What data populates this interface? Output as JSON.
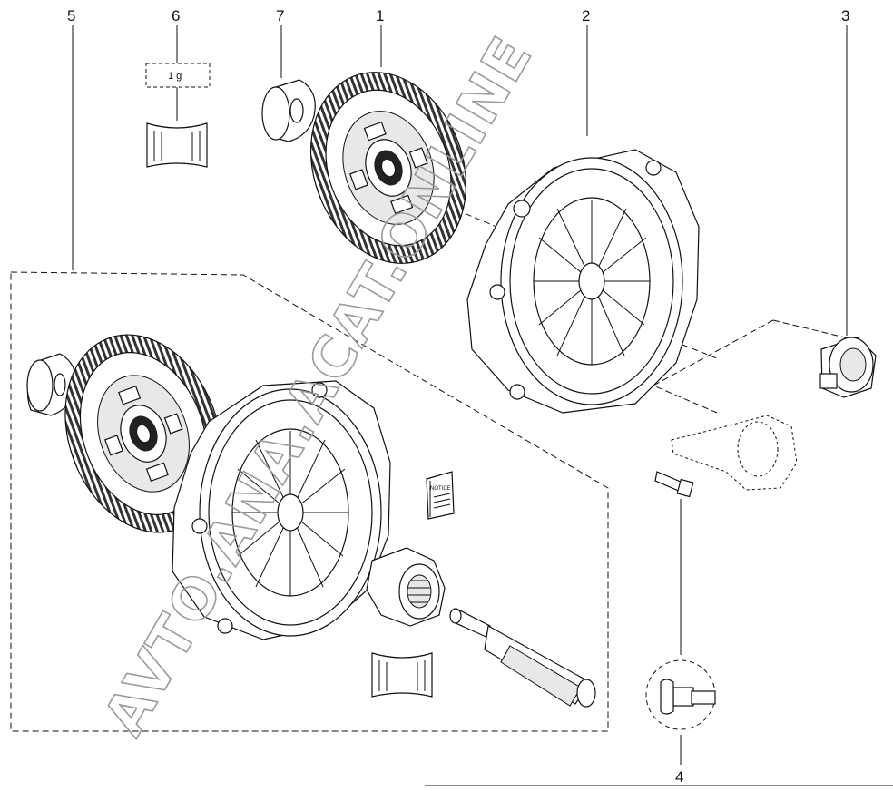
{
  "callouts": [
    {
      "label": "5"
    },
    {
      "label": "6"
    },
    {
      "label": "7"
    },
    {
      "label": "1"
    },
    {
      "label": "2"
    },
    {
      "label": "3"
    },
    {
      "label": "4"
    }
  ],
  "grease_quantity": "1 g",
  "notice_label": "NOTICE",
  "watermark": "AVTO.ANA.ACAT.ONLINE"
}
